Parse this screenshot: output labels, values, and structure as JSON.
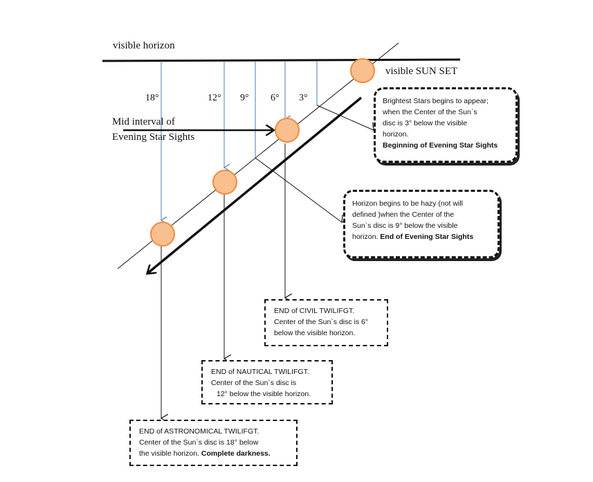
{
  "labels": {
    "visible_horizon": "visible horizon",
    "visible_sun_set": "visible SUN SET",
    "mid_interval_line1": "Mid interval of",
    "mid_interval_line2": "Evening Star Sights"
  },
  "degrees": [
    "18°",
    "12°",
    "9°",
    "6°",
    "3°"
  ],
  "boxes": {
    "brightest_stars": {
      "lines": [
        "Brightest Stars begins to appear;",
        "when the Center of the Sun`s",
        "disc is  3° below the visible",
        "horizon."
      ],
      "bold": "Beginning of Evening Star Sights"
    },
    "hazy_horizon": {
      "lines": [
        "Horizon begins to be  hazy  (not will",
        "defined )when the Center of the",
        "Sun`s disc is  9° below the visible"
      ],
      "last_plain": "horizon. ",
      "bold": "End of Evening Star Sights"
    },
    "civil": {
      "lines": [
        "END  of CIVIL TWILIFGT.",
        "Center of the Sun`s disc is  6°",
        "below the visible horizon."
      ]
    },
    "nautical": {
      "lines": [
        "END  of NAUTICAL TWILIFGT.",
        "Center of the Sun`s disc is",
        "12° below the visible horizon."
      ]
    },
    "astronomical": {
      "lines": [
        "END  of ASTRONOMICAL TWILIFGT.",
        "Center of the Sun`s disc is  18° below"
      ],
      "last_plain": "the visible horizon. ",
      "bold": "Complete darkness."
    }
  },
  "colors": {
    "sun_fill": "#f9bf8f",
    "sun_stroke": "#f08a3c",
    "guide_line": "#4a7ebb",
    "ink": "#111111"
  }
}
